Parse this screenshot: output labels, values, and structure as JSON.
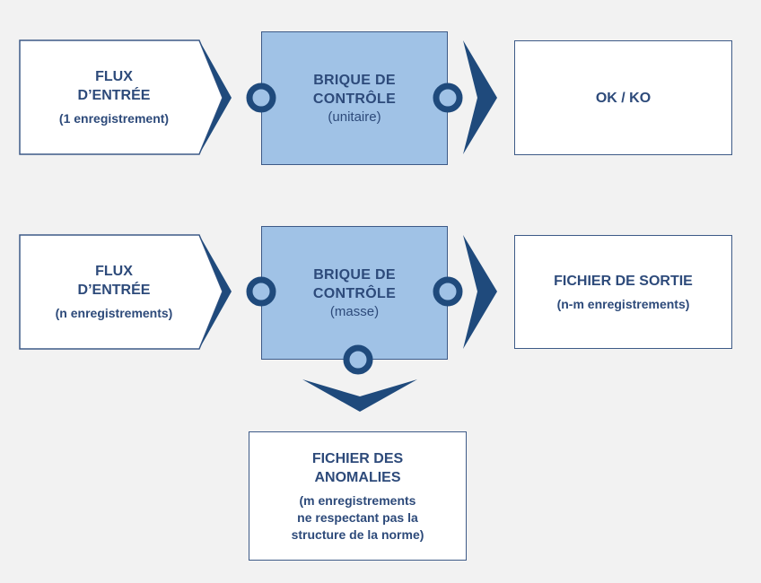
{
  "colors": {
    "background": "#f2f2f2",
    "box_fill": "#ffffff",
    "brick_fill": "#a0c2e6",
    "border": "#3d5a87",
    "arrow": "#1f4a7c",
    "text": "#2d4a7a"
  },
  "unit_flow": {
    "input": {
      "title": "FLUX\nD’ENTRÉE",
      "subtitle": "(1 enregistrement)"
    },
    "brick": {
      "title": "BRIQUE DE\nCONTRÔLE",
      "subtitle": "(unitaire)"
    },
    "output": {
      "title": "OK / KO"
    }
  },
  "mass_flow": {
    "input": {
      "title": "FLUX\nD’ENTRÉE",
      "subtitle": "(n enregistrements)"
    },
    "brick": {
      "title": "BRIQUE DE\nCONTRÔLE",
      "subtitle": "(masse)"
    },
    "output": {
      "title": "FICHIER DE SORTIE",
      "subtitle": "(n-m enregistrements)"
    },
    "anomalies": {
      "title": "FICHIER DES\nANOMALIES",
      "subtitle": "(m enregistrements\nne respectant pas la\nstructure de la norme)"
    }
  }
}
